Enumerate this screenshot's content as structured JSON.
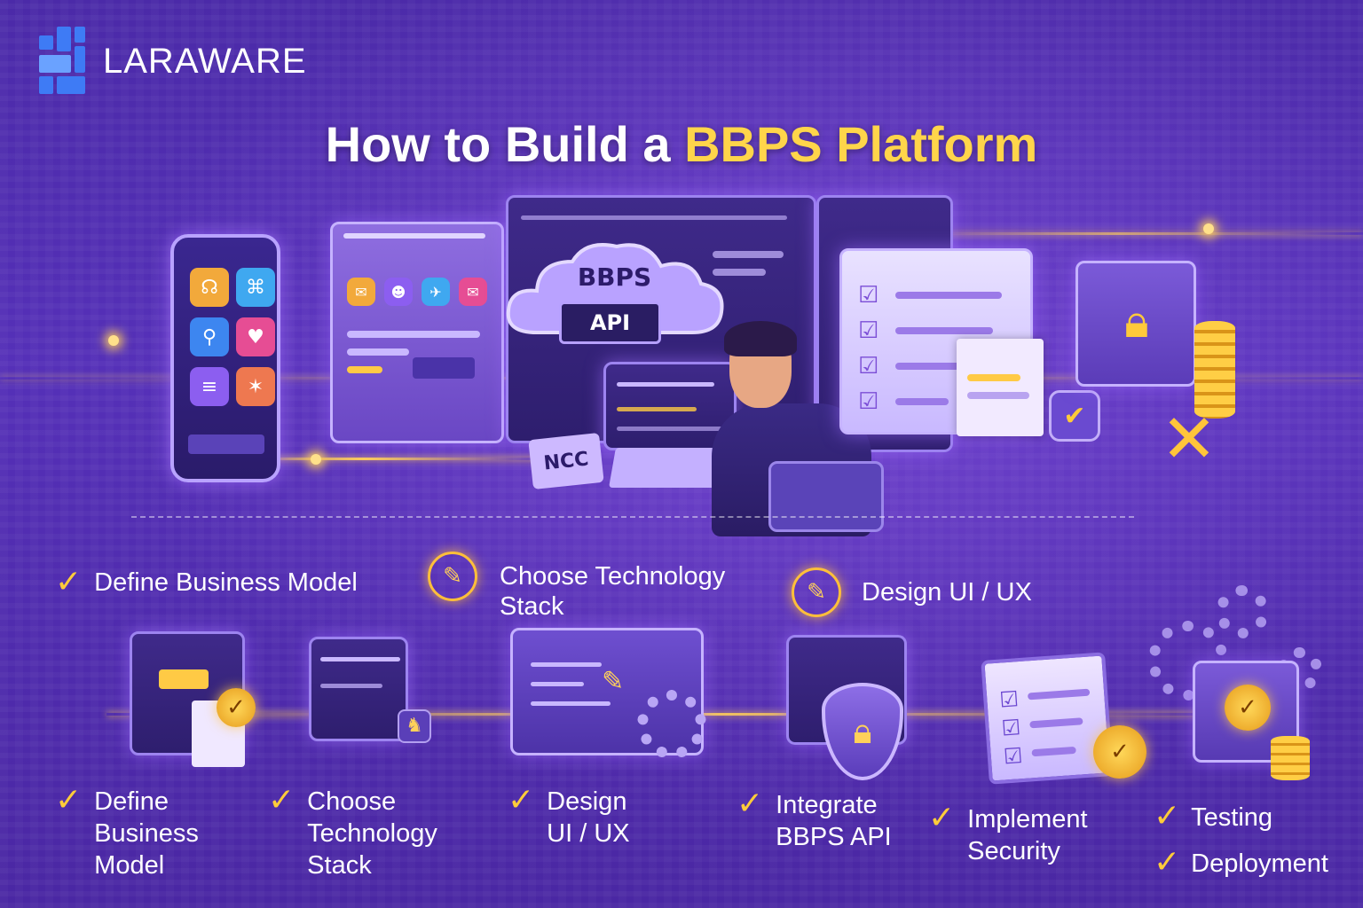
{
  "brand": {
    "name": "LARAWARE"
  },
  "title": {
    "prefix": "How to Build a ",
    "highlight": "BBPS Platform"
  },
  "hero": {
    "cloud_label": "BBPS",
    "api_label": "API",
    "ncc_label": "NCC"
  },
  "top_steps": [
    {
      "label": "Define Business Model",
      "icon": "check-icon"
    },
    {
      "label": "Choose Technology Stack",
      "icon": "target-icon"
    },
    {
      "label": "Design UI / UX",
      "icon": "pencil-icon"
    }
  ],
  "bottom_steps": [
    {
      "label": "Define Business Model"
    },
    {
      "label": "Choose Technology Stack"
    },
    {
      "label": "Design UI / UX"
    },
    {
      "label": "Integrate BBPS API"
    },
    {
      "label": "Implement Security"
    },
    {
      "label": "Testing"
    },
    {
      "label": "Deployment"
    }
  ],
  "colors": {
    "accent": "#ffd54a",
    "background": "#4b2aa8",
    "brand_blue": "#3e7bf5"
  }
}
